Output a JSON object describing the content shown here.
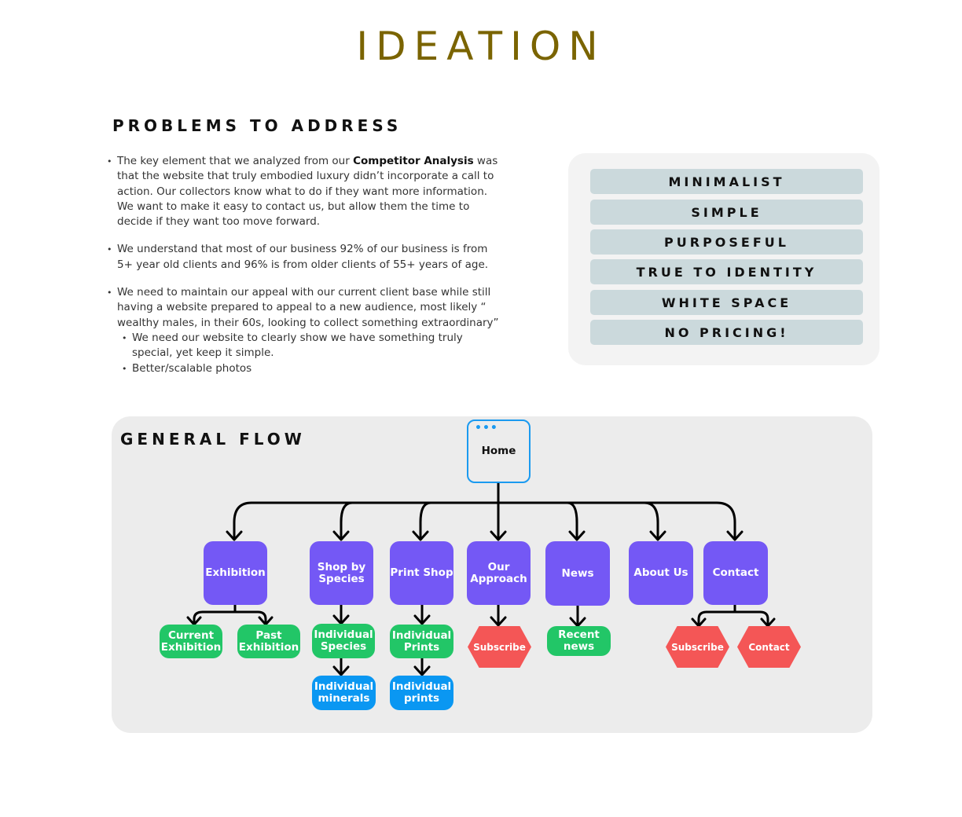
{
  "title": "IDEATION",
  "problems": {
    "heading": "PROBLEMS TO ADDRESS",
    "b1_pre": "The key element that we analyzed from our ",
    "b1_bold": "Competitor Analysis",
    "b1_post": " was that the website that truly embodied luxury didn’t incorporate a call to action. Our collectors know what to do if they want more information.  We want to make it easy to contact us, but allow them the time to decide if they want too move forward.",
    "b2": "We understand that most of our business 92% of our business is from 5+ year old clients and 96% is from older clients of 55+ years of age.",
    "b3": "We need to maintain our appeal with our current client base while still having a website prepared to appeal to a new audience, most likely “ wealthy males, in their 60s, looking to collect something extraordinary”",
    "b3_sub1": "We need our website to clearly show we have something truly special, yet keep it simple.",
    "b3_sub2": "Better/scalable photos"
  },
  "principles": [
    "MINIMALIST",
    "SIMPLE",
    "PURPOSEFUL",
    "TRUE TO IDENTITY",
    "WHITE SPACE",
    "NO PRICING!"
  ],
  "flow": {
    "heading": "GENERAL FLOW",
    "home": "Home",
    "exhibition": "Exhibition",
    "shop_by_species": "Shop by Species",
    "print_shop": "Print Shop",
    "our_approach": "Our Approach",
    "news": "News",
    "about_us": "About Us",
    "contact": "Contact",
    "current_exhibition": "Current Exhibition",
    "past_exhibition": "Past Exhibition",
    "individual_species": "Individual Species",
    "individual_minerals": "Individual minerals",
    "individual_prints_1": "Individual Prints",
    "individual_prints_2": "Individual prints",
    "subscribe_1": "Subscribe",
    "recent_news": "Recent news",
    "subscribe_2": "Subscribe",
    "contact_action": "Contact"
  },
  "colors": {
    "title": "#7a6400",
    "pill": "#cbd9dc",
    "primary_page": "#7458f5",
    "sub_page": "#22c667",
    "detail_page": "#0a97f2",
    "action": "#f45656",
    "home_border": "#1a9af0"
  },
  "icons": {
    "home_menu": "more-horizontal-icon"
  }
}
